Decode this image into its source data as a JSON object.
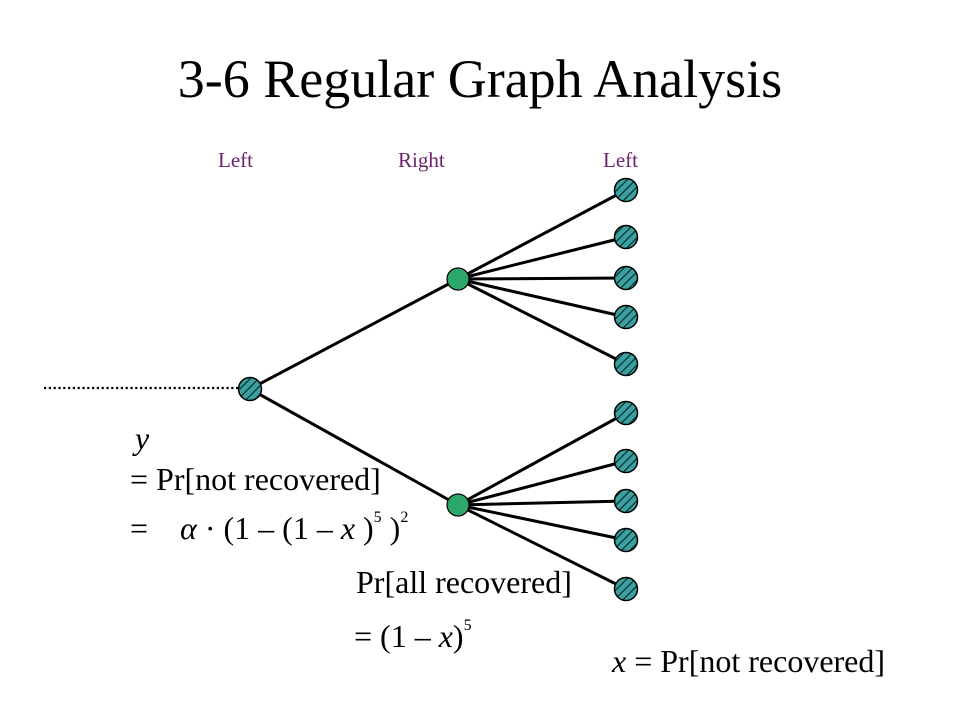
{
  "title": "3-6 Regular Graph Analysis",
  "labels": {
    "left1": "Left",
    "right": "Right",
    "left2": "Left"
  },
  "colors": {
    "label": "#6e1f6e",
    "edge": "#000000",
    "right_node": "#2ea86a",
    "left_node": "#3aa0a0",
    "dots": "#000000"
  },
  "node_icons": {
    "left": "hatched-circle",
    "right": "green-circle"
  },
  "eq_y": {
    "var": "y",
    "line1_eq": "=",
    "line1_rest": "Pr[not recovered]",
    "line2_eq": "=",
    "alpha": "α",
    "dot": "·",
    "part1": "(1 – (1 –",
    "x": "x",
    "part2": ")",
    "exp5": "5",
    "part3": ")",
    "exp2": "2"
  },
  "eq_all": {
    "line1": "Pr[all recovered]",
    "line2_eq": "=",
    "part1": "(1 –",
    "x": "x",
    "part2": ")",
    "exp5": "5"
  },
  "eq_x": {
    "x": "x",
    "rest": "= Pr[not recovered]"
  }
}
